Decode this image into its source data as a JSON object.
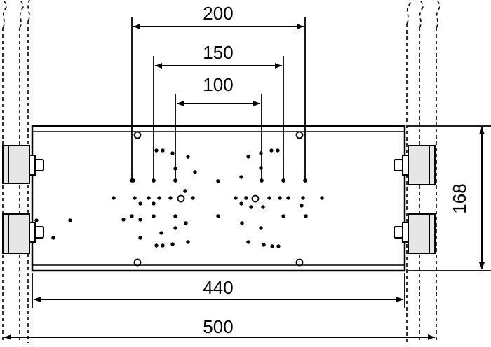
{
  "dimensions": {
    "top_outer": "200",
    "top_middle": "150",
    "top_inner": "100",
    "height_right": "168",
    "inner_width": "440",
    "overall_width": "500"
  },
  "colors": {
    "line": "#000000",
    "plate_fill": "#ffffff",
    "bracket_fill": "#e6e6e6"
  }
}
